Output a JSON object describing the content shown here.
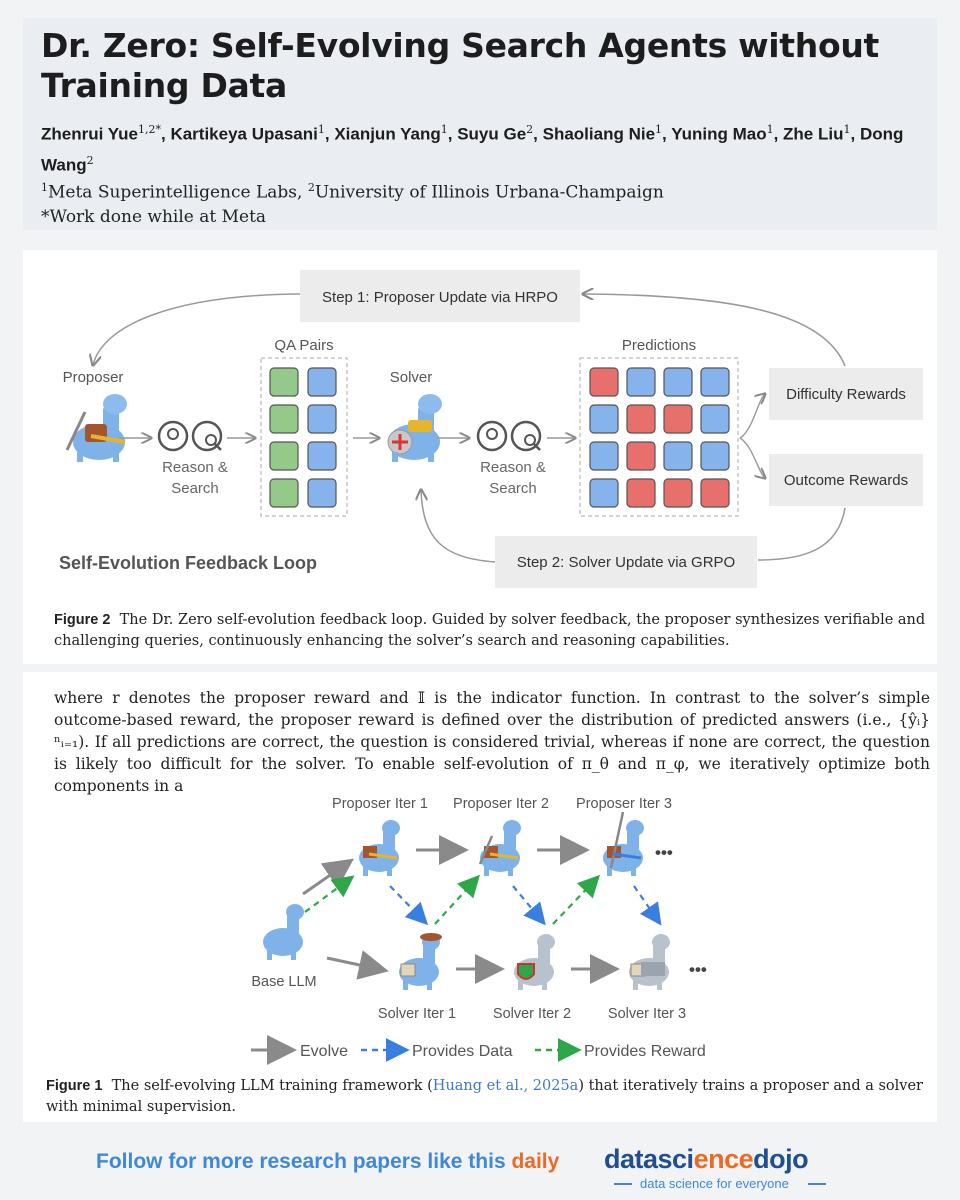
{
  "paper": {
    "title": "Dr. Zero: Self-Evolving Search Agents without Training Data",
    "authors": [
      {
        "name": "Zhenrui Yue",
        "sup": "1,2*"
      },
      {
        "name": "Kartikeya Upasani",
        "sup": "1"
      },
      {
        "name": "Xianjun Yang",
        "sup": "1"
      },
      {
        "name": "Suyu Ge",
        "sup": "2"
      },
      {
        "name": "Shaoliang Nie",
        "sup": "1"
      },
      {
        "name": "Yuning Mao",
        "sup": "1"
      },
      {
        "name": "Zhe Liu",
        "sup": "1"
      },
      {
        "name": "Dong Wang",
        "sup": "2"
      }
    ],
    "affiliation_line": "Meta Superintelligence Labs, ",
    "affiliation_2": "University of Illinois Urbana-Champaign",
    "affil_sup_1": "1",
    "affil_sup_2": "2",
    "note": "*Work done while at Meta"
  },
  "figure2": {
    "step1": "Step 1: Proposer Update via HRPO",
    "step2": "Step 2: Solver Update via GRPO",
    "proposer": "Proposer",
    "solver": "Solver",
    "qa_pairs": "QA Pairs",
    "predictions": "Predictions",
    "reason": "Reason &",
    "search": "Search",
    "difficulty": "Difficulty Rewards",
    "outcome": "Outcome Rewards",
    "loop_title": "Self-Evolution Feedback Loop",
    "caption_label": "Figure 2",
    "caption": "The Dr. Zero self-evolution feedback loop. Guided by solver feedback, the proposer synthesizes verifiable and challenging queries, continuously enhancing the solver’s search and reasoning capabilities.",
    "grid": [
      [
        "red",
        "blue",
        "blue",
        "blue"
      ],
      [
        "blue",
        "red",
        "red",
        "blue"
      ],
      [
        "blue",
        "red",
        "blue",
        "blue"
      ],
      [
        "blue",
        "red",
        "red",
        "red"
      ]
    ]
  },
  "body": {
    "paragraph": "where r denotes the proposer reward and 𝕀 is the indicator function. In contrast to the solver’s simple outcome-based reward, the proposer reward is defined over the distribution of predicted answers (i.e., {ŷᵢ}ⁿᵢ₌₁). If all predictions are correct, the question is considered trivial, whereas if none are correct, the question is likely too difficult for the solver. To enable self-evolution of π_θ and π_φ, we iteratively optimize both components in a"
  },
  "figure1": {
    "proposer_iters": [
      "Proposer Iter 1",
      "Proposer Iter 2",
      "Proposer Iter 3"
    ],
    "solver_iters": [
      "Solver Iter 1",
      "Solver Iter 2",
      "Solver Iter 3"
    ],
    "base": "Base LLM",
    "ellipsis": "•••",
    "legend_evolve": "Evolve",
    "legend_data": "Provides Data",
    "legend_reward": "Provides Reward",
    "caption_label": "Figure 1",
    "caption_a": "The self-evolving LLM training framework (",
    "caption_cite": "Huang et al., 2025a",
    "caption_b": ") that iteratively trains a proposer and a solver with minimal supervision."
  },
  "footer": {
    "cta": "Follow for more research papers like this ",
    "cta_highlight": "daily",
    "brand_a": "datasci",
    "brand_b": "ence",
    "brand_c": "dojo",
    "tagline": "data science for everyone"
  },
  "colors": {
    "accent_blue": "#3f88d8",
    "accent_orange": "#ee6a24",
    "cell_red": "#e8706c",
    "cell_blue": "#86b3ec",
    "cell_green": "#94c98a"
  }
}
